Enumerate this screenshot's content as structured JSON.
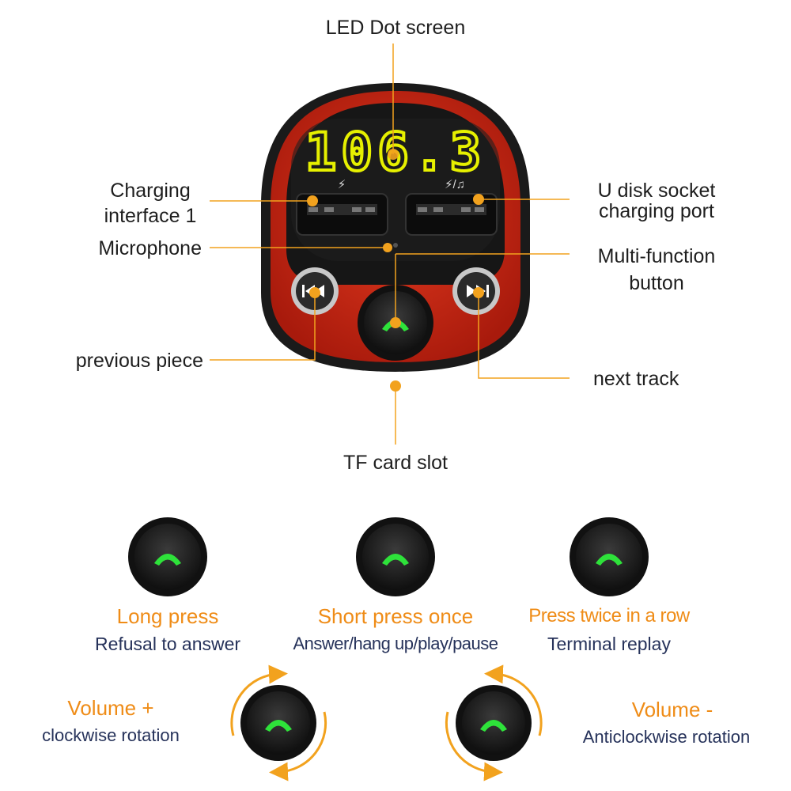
{
  "device": {
    "display": "106.3",
    "port_left_symbol": "⚡",
    "port_right_symbol": "⚡/♫",
    "prev_icon": "previous-track-icon",
    "next_icon": "next-track-icon",
    "phone_icon": "phone-icon"
  },
  "callouts": {
    "led_screen": "LED Dot screen",
    "charging_interface_line1": "Charging",
    "charging_interface_line2": "interface 1",
    "microphone": "Microphone",
    "previous_piece": "previous piece",
    "u_disk_line1": "U disk socket",
    "u_disk_line2": "charging port",
    "multi_function_line1": "Multi-function",
    "multi_function_line2": "button",
    "next_track": "next track",
    "tf_card": "TF card slot"
  },
  "functions": {
    "long_press_title": "Long press",
    "long_press_desc": "Refusal to answer",
    "short_press_title": "Short press once",
    "short_press_desc": "Answer/hang up/play/pause",
    "twice_title": "Press twice in a row",
    "twice_desc": "Terminal replay",
    "vol_up_title": "Volume +",
    "vol_up_desc": "clockwise rotation",
    "vol_down_title": "Volume -",
    "vol_down_desc": "Anticlockwise rotation"
  },
  "colors": {
    "accent": "#ef8c17",
    "device_red": "#d42a14",
    "led_yellow": "#e6f000",
    "button_green": "#2ee23a",
    "text_navy": "#26325a"
  }
}
